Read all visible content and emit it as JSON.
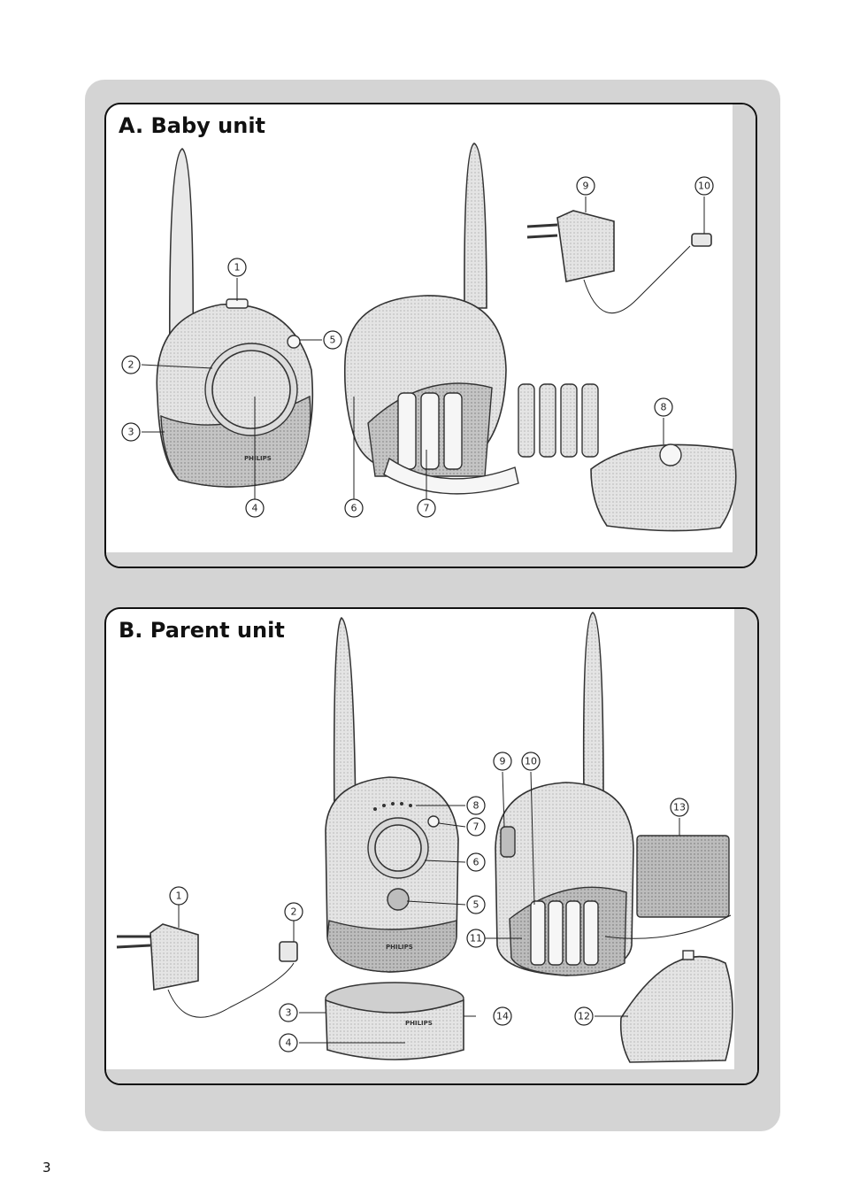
{
  "page_number": "3",
  "panel_a": {
    "title": "A. Baby unit",
    "callouts": [
      "1",
      "2",
      "3",
      "4",
      "5",
      "6",
      "7",
      "8",
      "9",
      "10"
    ],
    "brand": "PHILIPS"
  },
  "panel_b": {
    "title": "B. Parent unit",
    "callouts": [
      "1",
      "2",
      "3",
      "4",
      "5",
      "6",
      "7",
      "8",
      "9",
      "10",
      "11",
      "12",
      "13",
      "14"
    ],
    "brand": "PHILIPS"
  }
}
